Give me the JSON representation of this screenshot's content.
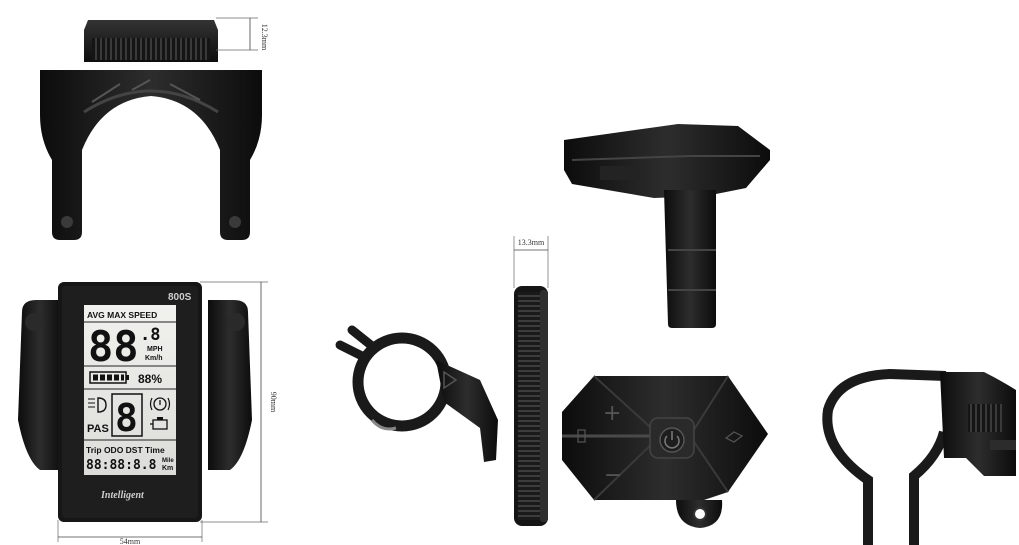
{
  "display": {
    "model": "800S",
    "speed_header": "AVG  MAX  SPEED",
    "speed_digits": "88",
    "speed_decimal": ".8",
    "unit_mph": "MPH",
    "unit_kmh": "Km/h",
    "battery_percent": "88%",
    "gear_digit": "8",
    "pas_label": "PAS",
    "trip_header": "Trip ODO DST Time",
    "trip_digits": "88:88:8.8",
    "unit_mile": "Mile",
    "unit_km": "Km",
    "brand": "Intelligent"
  },
  "dimensions": {
    "mount_height": "12.3mm",
    "display_width": "54mm",
    "display_height": "90mm",
    "display_depth": "13.3mm"
  },
  "colors": {
    "body": "#1c1c1c",
    "lcd": "#e9e9e6",
    "rubber": "#2a2a2a"
  }
}
